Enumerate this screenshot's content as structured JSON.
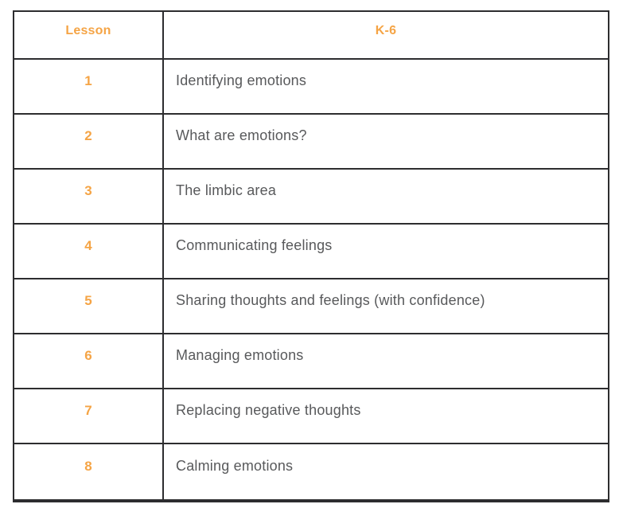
{
  "table": {
    "headers": {
      "lesson": "Lesson",
      "grade": "K-6"
    },
    "rows": [
      {
        "number": "1",
        "title": "Identifying emotions"
      },
      {
        "number": "2",
        "title": "What are emotions?"
      },
      {
        "number": "3",
        "title": "The limbic area"
      },
      {
        "number": "4",
        "title": "Communicating feelings"
      },
      {
        "number": "5",
        "title": "Sharing thoughts and feelings (with confidence)"
      },
      {
        "number": "6",
        "title": "Managing emotions"
      },
      {
        "number": "7",
        "title": "Replacing negative thoughts"
      },
      {
        "number": "8",
        "title": "Calming emotions"
      }
    ]
  },
  "colors": {
    "accent_orange": "#f5a445",
    "body_text": "#58595b",
    "border": "#2d2d2f",
    "background": "#ffffff"
  }
}
